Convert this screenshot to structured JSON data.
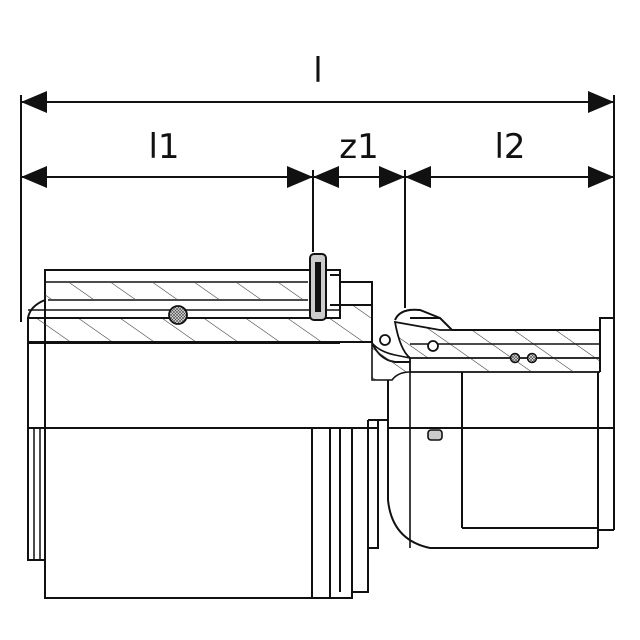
{
  "dimensions": {
    "overall": "l",
    "first_part": "l1",
    "middle": "z1",
    "second_part": "l2"
  },
  "colors": {
    "ink": "#111111",
    "background": "#ffffff",
    "hatch": "#333333",
    "insert": "#cccccc"
  }
}
